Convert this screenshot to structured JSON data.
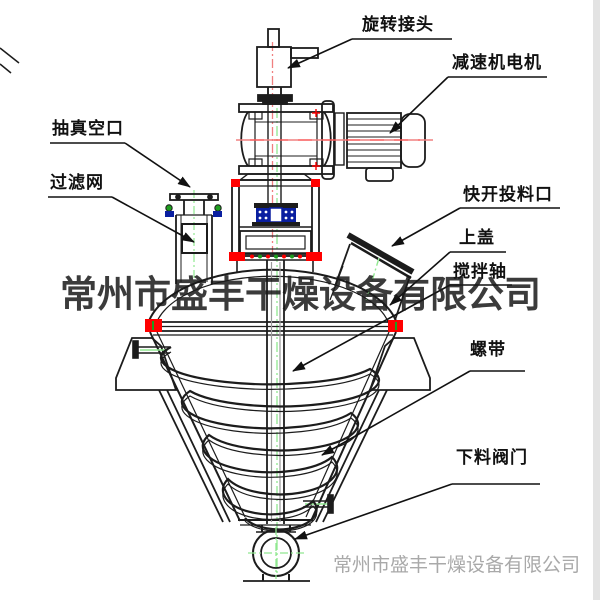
{
  "watermark": {
    "center": "常州市盛丰干燥设备有限公司",
    "footer": "常州市盛丰干燥设备有限公司"
  },
  "labels": {
    "rotary_joint": "旋转接头",
    "reducer_motor": "减速机电机",
    "vacuum_port": "抽真空口",
    "filter_screen": "过滤网",
    "feed_port": "快开投料口",
    "top_cover": "上盖",
    "agitator_shaft": "搅拌轴",
    "ribbon": "螺带",
    "discharge_valve": "下料阀门"
  },
  "colors": {
    "line": "#1c1c1c",
    "accent_red": "#ff0000",
    "centerline_red": "#f08080",
    "centerline_green": "#90e890",
    "bolt_green": "#1e9e1e",
    "bearing_blue": "#0a1fa0",
    "watermark_gray": "#a9a9a9"
  }
}
